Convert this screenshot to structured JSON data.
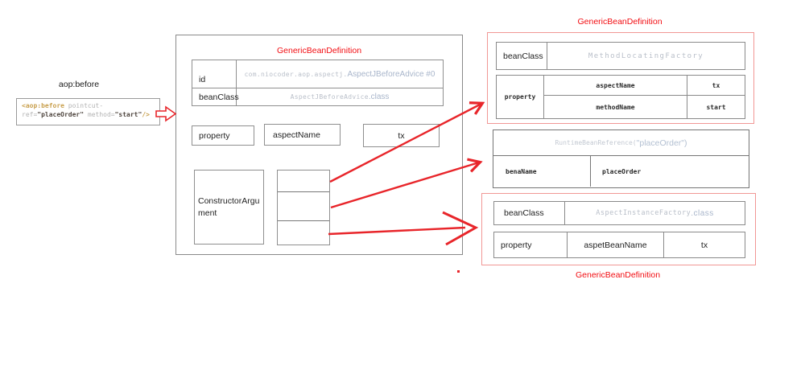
{
  "colors": {
    "title_red": "#f20d12",
    "arrow_red": "#e8252a",
    "pink_border": "#f19795",
    "box_border_gray": "#8a8a8a",
    "code_tag_gold": "#c9a04e",
    "code_attr_gray": "#b3b3b3",
    "code_string_dark": "#4f463f",
    "mono_value_gray": "#b9bfc9",
    "class_value_blue": "#a9b6cb"
  },
  "left": {
    "title": "aop:before",
    "code": {
      "tag_open": "<aop:before",
      "attr1": " pointcut-",
      "attr2": "ref=",
      "str1": "\"placeOrder\"",
      "attr3": " method=",
      "str2": "\"start\"",
      "close": "/>"
    }
  },
  "center": {
    "title": "GenericBeanDefinition",
    "id_table": {
      "rows": [
        {
          "label": "id",
          "value_prefix": "com.niocoder.aop.aspectj.",
          "value_main": "AspectJBeforeAdvice #0"
        },
        {
          "label": "beanClass",
          "value_prefix": "AspectJBeforeAdvice",
          "value_main": ".class"
        }
      ]
    },
    "property_label": "property",
    "aspect_name_label": "aspectName",
    "tx_label": "tx",
    "constructor_argument_label": "ConstructorArgument"
  },
  "top_right": {
    "title": "GenericBeanDefinition",
    "bean_class": {
      "label": "beanClass",
      "value": "MethodLocatingFactory"
    },
    "property_table": {
      "property_label": "property",
      "rows": [
        {
          "name": "aspectName",
          "value": "tx"
        },
        {
          "name": "methodName",
          "value": "start"
        }
      ]
    }
  },
  "mid_right": {
    "header_prefix": "RuntimeBeanReference(",
    "header_value": "\"placeOrder\")",
    "bean_name_label": "benaName",
    "bean_name_value": "placeOrder"
  },
  "bottom_right": {
    "title": "GenericBeanDefinition",
    "bean_class": {
      "label": "beanClass",
      "value_mono": "AspectInstanceFactory",
      "value_sans": ".class"
    },
    "property_table": {
      "property_label": "property",
      "aspect_bean_name": "aspetBeanName",
      "tx_value": "tx"
    }
  }
}
